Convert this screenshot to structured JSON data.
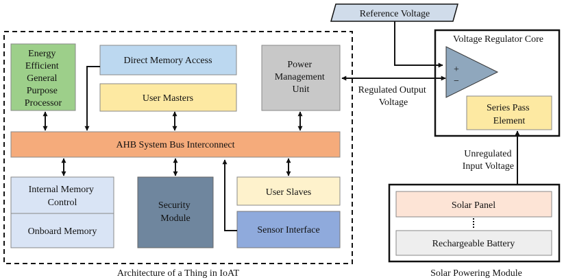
{
  "diagram": {
    "reference_voltage": "Reference Voltage",
    "vreg_core": {
      "title": "Voltage Regulator Core",
      "plus": "+",
      "minus": "−",
      "series_pass": [
        "Series Pass",
        "Element"
      ]
    },
    "regulated_output": [
      "Regulated Output",
      "Voltage"
    ],
    "unregulated_input": [
      "Unregulated",
      "Input Voltage"
    ],
    "solar_module": {
      "solar_panel": "Solar Panel",
      "battery": "Rechargeable Battery",
      "caption": "Solar Powering Module"
    },
    "architecture": {
      "caption": "Architecture of a Thing in IoAT",
      "processor": [
        "Energy",
        "Efficient",
        "General",
        "Purpose",
        "Processor"
      ],
      "dma": "Direct Memory Access",
      "user_masters": "User Masters",
      "pmu": [
        "Power",
        "Management",
        "Unit"
      ],
      "ahb_bus": "AHB System Bus Interconnect",
      "internal_memory_control": [
        "Internal Memory",
        "Control"
      ],
      "onboard_memory": "Onboard Memory",
      "security_module": [
        "Security",
        "Module"
      ],
      "user_slaves": "User Slaves",
      "sensor_interface": "Sensor Interface"
    }
  },
  "colors": {
    "processor": "#9dcf8a",
    "dma": "#bcd8f0",
    "user_masters": "#fde9a2",
    "pmu": "#c8c8c8",
    "ahb_bus": "#f5ab7b",
    "internal_memory": "#d9e4f5",
    "security": "#6f869e",
    "user_slaves": "#fef2cc",
    "sensor_interface": "#8faadc",
    "reference_voltage": "#d0dcea",
    "solar_panel": "#fde4d6",
    "battery": "#eeeeee",
    "series_pass": "#fde9a2",
    "amplifier": "#8fa7bd"
  }
}
